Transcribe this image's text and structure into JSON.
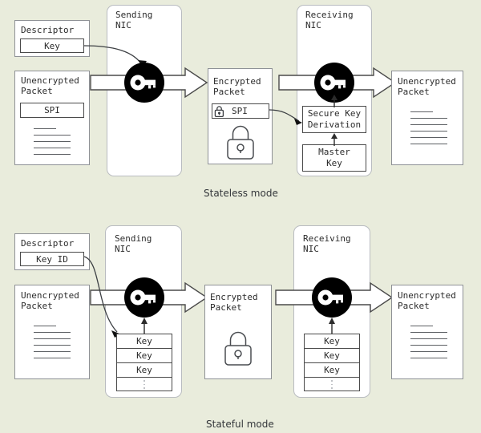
{
  "figure": {
    "background_color": "#e9ecdc",
    "box_border_color": "#8e9196",
    "accent_color": "#000000"
  },
  "stateless": {
    "caption": "Stateless mode",
    "descriptor": {
      "title": "Descriptor",
      "field_label": "Key"
    },
    "unencrypted_packet_in": {
      "title": "Unencrypted\nPacket",
      "field_label": "SPI",
      "body_line_count": 5
    },
    "sending_nic": {
      "title": "Sending\nNIC",
      "icon": "key-icon"
    },
    "encrypted_packet": {
      "title": "Encrypted\nPacket",
      "field_label": "SPI",
      "field_icon": "small-lock-icon",
      "body_icon": "lock-icon"
    },
    "receiving_nic": {
      "title": "Receiving\nNIC",
      "icon": "key-icon",
      "secure_key_derivation": "Secure Key\nDerivation",
      "master_key": "Master\nKey"
    },
    "unencrypted_packet_out": {
      "title": "Unencrypted\nPacket",
      "body_line_count": 6
    }
  },
  "stateful": {
    "caption": "Stateful mode",
    "descriptor": {
      "title": "Descriptor",
      "field_label": "Key ID"
    },
    "unencrypted_packet_in": {
      "title": "Unencrypted\nPacket",
      "body_line_count": 6
    },
    "sending_nic": {
      "title": "Sending\nNIC",
      "icon": "key-icon",
      "key_table": [
        "Key",
        "Key",
        "Key",
        "⋮"
      ]
    },
    "encrypted_packet": {
      "title": "Encrypted\nPacket",
      "body_icon": "lock-icon"
    },
    "receiving_nic": {
      "title": "Receiving\nNIC",
      "icon": "key-icon",
      "key_table": [
        "Key",
        "Key",
        "Key",
        "⋮"
      ]
    },
    "unencrypted_packet_out": {
      "title": "Unencrypted\nPacket",
      "body_line_count": 6
    }
  }
}
